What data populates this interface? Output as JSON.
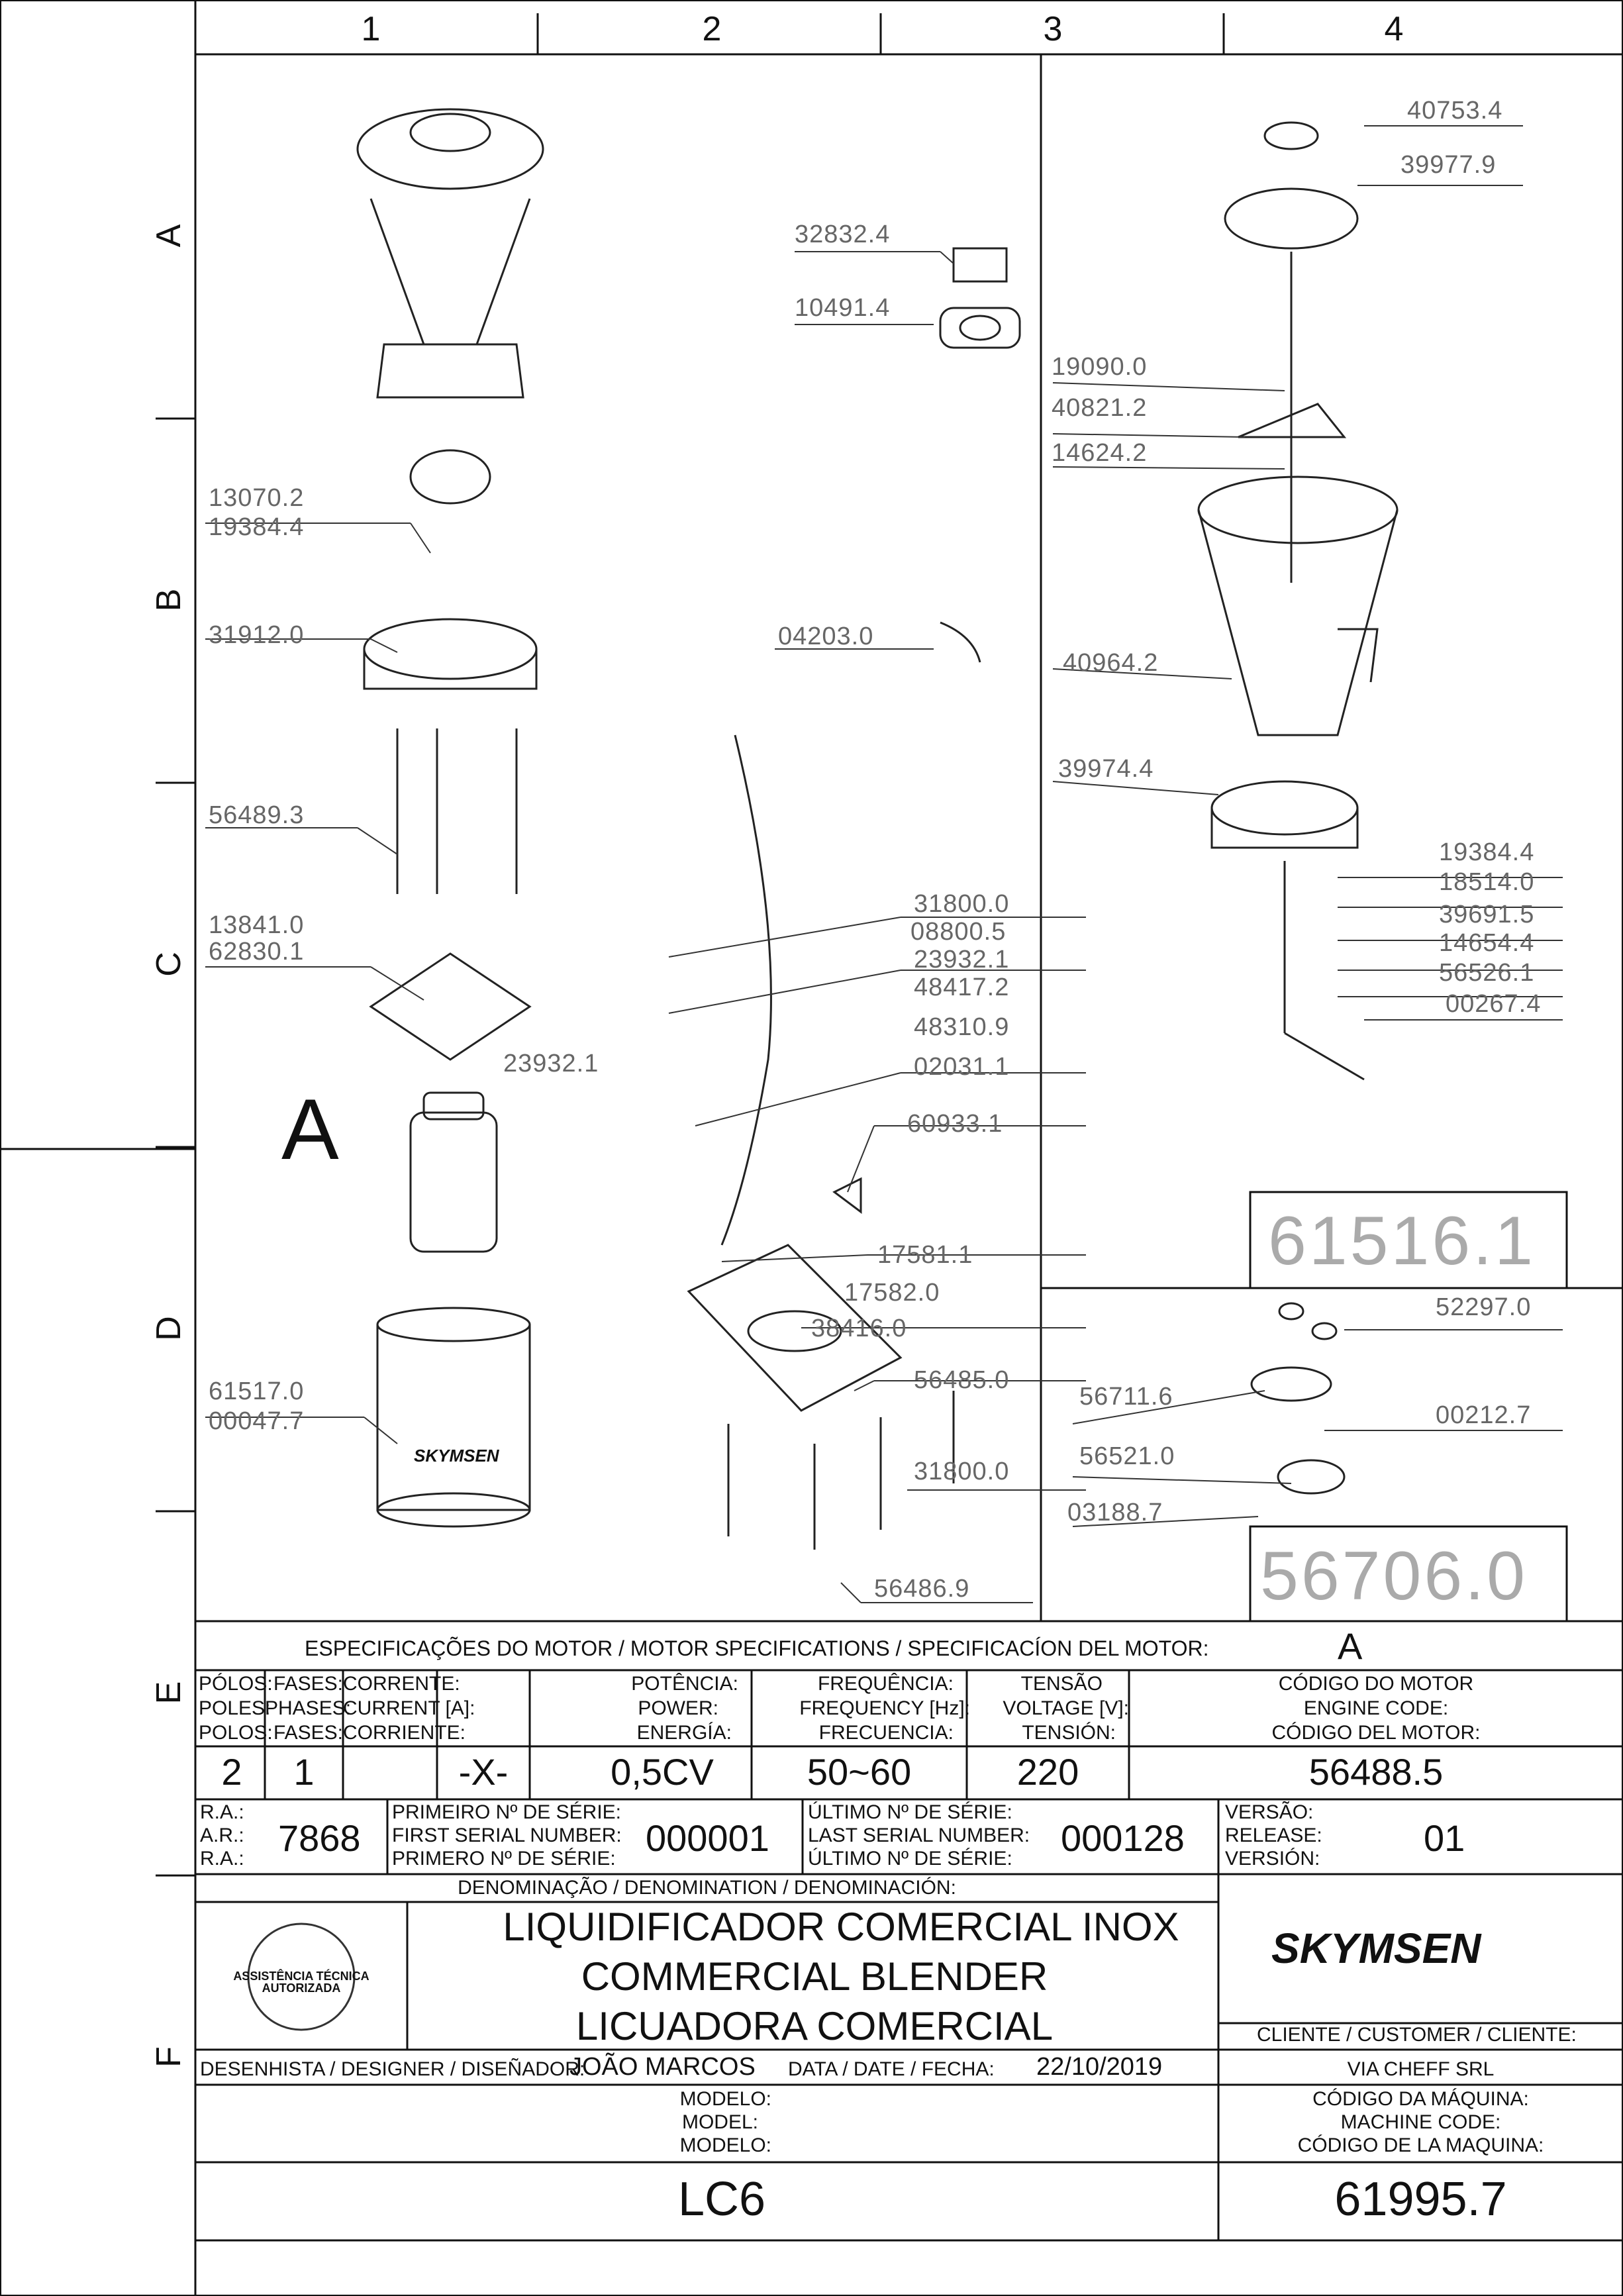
{
  "grid": {
    "columns": [
      "1",
      "2",
      "3",
      "4"
    ],
    "rows": [
      "A",
      "B",
      "C",
      "D",
      "E",
      "F"
    ]
  },
  "parts": {
    "p1": "13070.2",
    "p2": "19384.4",
    "p3": "31912.0",
    "p4": "56489.3",
    "p5": "13841.0",
    "p6": "62830.1",
    "p7": "23932.1",
    "p8": "61517.0",
    "p9": "00047.7",
    "p10": "32832.4",
    "p11": "10491.4",
    "p12": "04203.0",
    "p13": "31800.0",
    "p14": "08800.5",
    "p15": "23932.1",
    "p16": "48417.2",
    "p17": "48310.9",
    "p18": "02031.1",
    "p19": "60933.1",
    "p20": "17581.1",
    "p21": "17582.0",
    "p22": "38416.0",
    "p23": "56485.0",
    "p24": "31800.0",
    "p25": "56486.9",
    "p26": "40753.4",
    "p27": "39977.9",
    "p28": "19090.0",
    "p29": "40821.2",
    "p30": "14624.2",
    "p31": "40964.2",
    "p32": "39974.4",
    "p33": "19384.4",
    "p34": "18514.0",
    "p35": "39691.5",
    "p36": "14654.4",
    "p37": "56526.1",
    "p38": "00267.4",
    "p39": "52297.0",
    "p40": "56711.6",
    "p41": "00212.7",
    "p42": "56521.0",
    "p43": "03188.7"
  },
  "assembly_codes": {
    "upper": "61516.1",
    "lower": "56706.0"
  },
  "motor_marker": "A",
  "skymsen_brand_small": "SKYMSEN",
  "motor_specs": {
    "heading": "ESPECIFICAÇÕES DO MOTOR / MOTOR SPECIFICATIONS / SPECIFICACÍON DEL MOTOR:",
    "motor_letter": "A",
    "poles_label": [
      "PÓLOS:",
      "POLES:",
      "POLOS:"
    ],
    "phases_label": [
      "FASES:",
      "PHASES:",
      "FASES:"
    ],
    "current_label": [
      "CORRENTE:",
      "CURRENT [A]:",
      "CORRIENTE:"
    ],
    "power_label": [
      "POTÊNCIA:",
      "POWER:",
      "ENERGÍA:"
    ],
    "frequency_label": [
      "FREQUÊNCIA:",
      "FREQUENCY [Hz]:",
      "FRECUENCIA:"
    ],
    "voltage_label": [
      "TENSÃO",
      "VOLTAGE [V]:",
      "TENSIÓN:"
    ],
    "motor_code_label": [
      "CÓDIGO DO MOTOR",
      "ENGINE CODE:",
      "CÓDIGO DEL MOTOR:"
    ],
    "poles": "2",
    "phases": "1",
    "current": "-X-",
    "power": "0,5CV",
    "frequency": "50~60",
    "voltage": "220",
    "motor_code": "56488.5"
  },
  "serials": {
    "ra_label": [
      "R.A.:",
      "A.R.:",
      "R.A.:"
    ],
    "ra_value": "7868",
    "first_label": [
      "PRIMEIRO Nº DE SÉRIE:",
      "FIRST SERIAL NUMBER:",
      "PRIMERO Nº DE SÉRIE:"
    ],
    "first_value": "000001",
    "last_label": [
      "ÚLTIMO Nº DE SÉRIE:",
      "LAST SERIAL NUMBER:",
      "ÚLTIMO Nº DE SÉRIE:"
    ],
    "last_value": "000128",
    "version_label": [
      "VERSÃO:",
      "RELEASE:",
      "VERSIÓN:"
    ],
    "version_value": "01"
  },
  "denomination": {
    "label": "DENOMINAÇÃO / DENOMINATION / DENOMINACIÓN:",
    "lines": [
      "LIQUIDIFICADOR COMERCIAL INOX",
      "COMMERCIAL BLENDER",
      "LICUADORA COMERCIAL"
    ]
  },
  "stamp_text": [
    "ASSISTÊNCIA TÉCNICA AUTORIZADA"
  ],
  "brand": "SKYMSEN",
  "client": {
    "label": "CLIENTE / CUSTOMER / CLIENTE:",
    "value": "VIA CHEFF SRL"
  },
  "designer": {
    "label": "DESENHISTA / DESIGNER / DISEÑADOR:",
    "value": "JOÃO MARCOS"
  },
  "date": {
    "label": "DATA / DATE / FECHA:",
    "value": "22/10/2019"
  },
  "model": {
    "label": [
      "MODELO:",
      "MODEL:",
      "MODELO:"
    ],
    "value": "LC6"
  },
  "machine_code": {
    "label": [
      "CÓDIGO DA MÁQUINA:",
      "MACHINE CODE:",
      "CÓDIGO DE LA MAQUINA:"
    ],
    "value": "61995.7"
  }
}
